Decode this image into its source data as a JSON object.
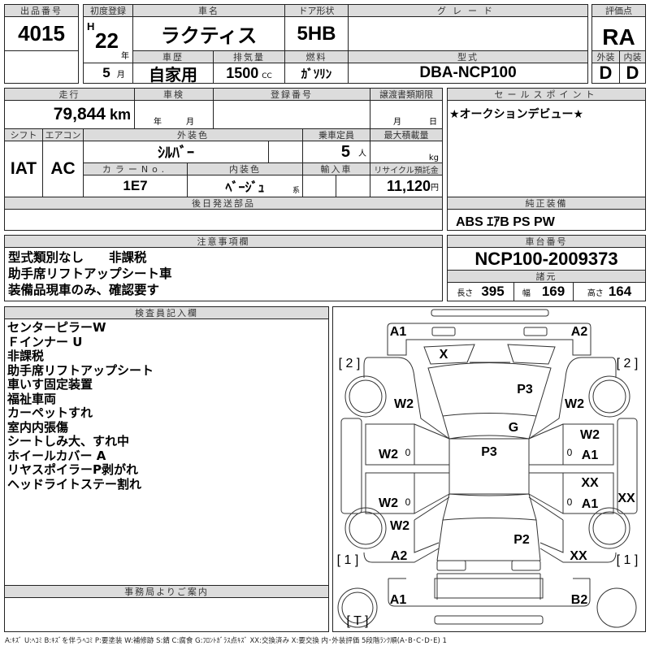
{
  "header": {
    "lot_label": "出品番号",
    "lot": "4015",
    "first_reg_label": "初度登録",
    "era": "H",
    "year": "22",
    "year_unit": "年",
    "month": "5",
    "month_unit": "月",
    "name_label": "車名",
    "name": "ラクティス",
    "door_label": "ドア形状",
    "door": "5HB",
    "grade_label": "グレード",
    "grade": "",
    "score_label": "評価点",
    "score": "RA",
    "ext_label": "外装",
    "int_label": "内装",
    "ext": "D",
    "int": "D",
    "history_label": "車歴",
    "history": "自家用",
    "displacement_label": "排気量",
    "displacement": "1500",
    "cc": "CC",
    "fuel_label": "燃料",
    "fuel": "ｶﾞｿﾘﾝ",
    "model_label": "型式",
    "model": "DBA-NCP100"
  },
  "details": {
    "mileage_label": "走行",
    "mileage": "79,844",
    "km": "km",
    "inspection_label": "車検",
    "nen": "年",
    "tsuki": "月",
    "reg_no_label": "登録番号",
    "transfer_label": "譲渡書類期限",
    "tsuki2": "月",
    "hi": "日",
    "shift_label": "シフト",
    "shift": "IAT",
    "ac_label": "エアコン",
    "ac": "AC",
    "color_label": "外装色",
    "color": "ｼﾙﾊﾞｰ",
    "capacity_label": "乗車定員",
    "capacity": "5",
    "capacity_unit": "人",
    "load_label": "最大積載量",
    "load_unit": "kg",
    "color_no_label": "カラーNo.",
    "color_no": "1E7",
    "int_color_label": "内装色",
    "int_color": "ﾍﾞｰｼﾞｭ",
    "kei": "系",
    "import_label": "輸入車",
    "recycle_label": "リサイクル預託金",
    "recycle": "11,120",
    "yen": "円",
    "later_parts_label": "後日発送部品"
  },
  "sales": {
    "label": "セールスポイント",
    "text": "★オークションデビュー★",
    "equip_label": "純正装備",
    "equip": "ABS ｴｱB PS PW"
  },
  "caution": {
    "label": "注意事項欄",
    "lines": [
      "型式類別なし　　非課税",
      "助手席リフトアップシート車",
      "装備品現車のみ、確認要す"
    ]
  },
  "chassis": {
    "label": "車台番号",
    "number": "NCP100-2009373",
    "spec_label": "諸元",
    "length_label": "長さ",
    "length": "395",
    "width_label": "幅",
    "width": "169",
    "height_label": "高さ",
    "height": "164"
  },
  "inspector": {
    "label": "検査員記入欄",
    "lines": [
      "センターピラーW",
      "Ｆインナー U",
      "非課税",
      "助手席リフトアップシート",
      "車いす固定装置",
      "福祉車両",
      "カーペットすれ",
      "室内内張傷",
      "シートしみ大、すれ中",
      "ホイールカバー A",
      "リヤスポイラーP剥がれ",
      "ヘッドライトステー割れ"
    ]
  },
  "office": {
    "label": "事務局よりご案内"
  },
  "diagram": {
    "marks": [
      "A1",
      "A2",
      "X",
      "[ 2 ]",
      "[ 2 ]",
      "P3",
      "W2",
      "W2",
      "G",
      "W2",
      "W2",
      "0",
      "P3",
      "0",
      "A1",
      "XX",
      "XX",
      "W2",
      "0",
      "0",
      "A1",
      "W2",
      "P2",
      "A2",
      "XX",
      "[ 1 ]",
      "[ 1 ]",
      "A1",
      "B2",
      "[ T ]"
    ]
  },
  "legend": "A:ｷｽﾞ U:ﾍｺﾐ B:ｷｽﾞを伴うﾍｺﾐ P:要塗装 W:補修跡 S:錆 C:腐食 G:ﾌﾛﾝﾄｶﾞﾗｽ点ｷｽﾞ XX:交換済み X:要交換 内･外装評価 5段階ﾗﾝｸ順(A･B･C･D･E) 1"
}
